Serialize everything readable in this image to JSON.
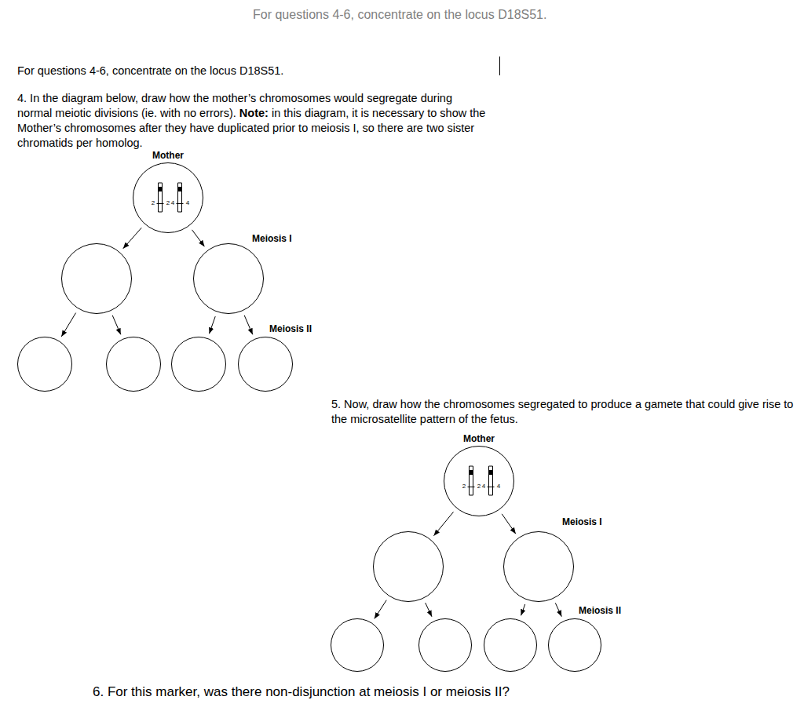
{
  "diagram": {
    "title": "For questions 4-6, concentrate on the locus D18S51.",
    "nodes": [
      {
        "text": [
          "Mother",
          "2",
          "2",
          "4",
          "4"
        ]
      },
      {
        "text": []
      },
      {
        "text": []
      },
      {
        "text": []
      },
      {
        "text": []
      },
      {
        "text": []
      },
      {
        "text": []
      },
      {
        "text": [
          "Mother",
          "2",
          "2",
          "4",
          "4"
        ]
      },
      {
        "text": []
      },
      {
        "text": []
      },
      {
        "text": []
      },
      {
        "text": []
      },
      {
        "text": []
      },
      {
        "text": []
      }
    ],
    "edges": [
      {
        "from": 0,
        "to": 1,
        "arrow": "to"
      },
      {
        "from": 0,
        "to": 2,
        "arrow": "to"
      },
      {
        "from": 1,
        "to": 3,
        "arrow": "to"
      },
      {
        "from": 1,
        "to": 4,
        "arrow": "to"
      },
      {
        "from": 2,
        "to": 5,
        "arrow": "to"
      },
      {
        "from": 2,
        "to": 6,
        "arrow": "to"
      },
      {
        "from": 7,
        "to": 8,
        "arrow": "to"
      },
      {
        "from": 7,
        "to": 9,
        "arrow": "to"
      },
      {
        "from": 8,
        "to": 10,
        "arrow": "to"
      },
      {
        "from": 8,
        "to": 11,
        "arrow": "to"
      },
      {
        "from": 9,
        "to": 12,
        "arrow": "to"
      },
      {
        "from": 9,
        "to": 13,
        "arrow": "to"
      }
    ],
    "labels": [
      "For questions 4-6, concentrate on the locus D18S51.",
      "4. In the diagram below, draw how the mother’s chromosomes would segregate during normal meiotic divisions (ie. with no errors).",
      "Note:",
      "in this diagram, it is necessary to show the Mother’s chromosomes after they have duplicated prior to meiosis I, so there are two sister chromatids per homolog.",
      "Meiosis I",
      "Meiosis II",
      "5. Now, draw how the chromosomes segregated to produce a gamete that could give rise to the microsatellite pattern of the fetus.",
      "Meiosis I",
      "Meiosis II",
      "6. For this marker, was there non-disjunction at meiosis I or meiosis II?"
    ]
  }
}
